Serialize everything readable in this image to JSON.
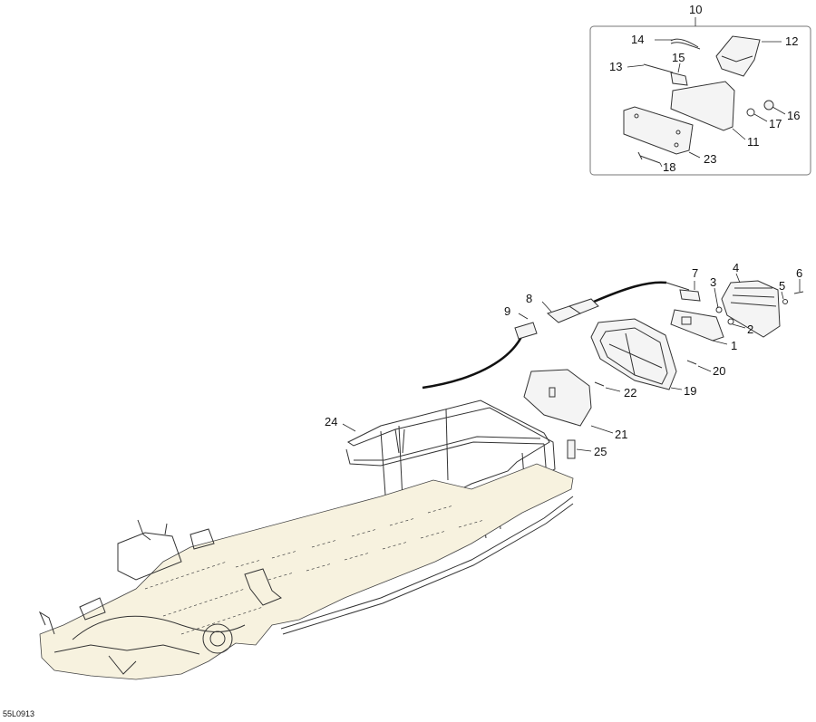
{
  "diagram": {
    "ref_code": "55L0913",
    "inset_label": "10",
    "callouts": {
      "c1": "1",
      "c2": "2",
      "c3": "3",
      "c4": "4",
      "c5": "5",
      "c6": "6",
      "c7": "7",
      "c8": "8",
      "c9": "9",
      "c11": "11",
      "c12": "12",
      "c13": "13",
      "c14": "14",
      "c15": "15",
      "c16": "16",
      "c17": "17",
      "c18": "18",
      "c19": "19",
      "c20": "20",
      "c21": "21",
      "c22": "22",
      "c23": "23",
      "c24": "24",
      "c25": "25"
    }
  },
  "colors": {
    "frame_fill": "#f7f2df",
    "line": "#333333",
    "background": "#ffffff"
  }
}
